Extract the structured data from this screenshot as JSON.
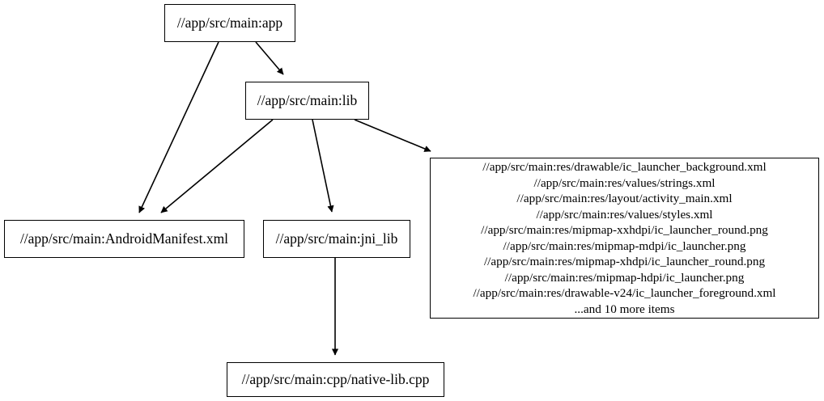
{
  "graph": {
    "type": "directed-dependency-graph",
    "nodes": [
      {
        "id": "app",
        "label": "//app/src/main:app"
      },
      {
        "id": "lib",
        "label": "//app/src/main:lib"
      },
      {
        "id": "manifest",
        "label": "//app/src/main:AndroidManifest.xml"
      },
      {
        "id": "jni_lib",
        "label": "//app/src/main:jni_lib"
      },
      {
        "id": "res",
        "label": "//app/src/main:res/drawable/ic_launcher_background.xml\n//app/src/main:res/values/strings.xml\n//app/src/main:res/layout/activity_main.xml\n//app/src/main:res/values/styles.xml\n//app/src/main:res/mipmap-xxhdpi/ic_launcher_round.png\n//app/src/main:res/mipmap-mdpi/ic_launcher.png\n//app/src/main:res/mipmap-xhdpi/ic_launcher_round.png\n//app/src/main:res/mipmap-hdpi/ic_launcher.png\n//app/src/main:res/drawable-v24/ic_launcher_foreground.xml\n...and 10 more items",
        "lines": [
          "//app/src/main:res/drawable/ic_launcher_background.xml",
          "//app/src/main:res/values/strings.xml",
          "//app/src/main:res/layout/activity_main.xml",
          "//app/src/main:res/values/styles.xml",
          "//app/src/main:res/mipmap-xxhdpi/ic_launcher_round.png",
          "//app/src/main:res/mipmap-mdpi/ic_launcher.png",
          "//app/src/main:res/mipmap-xhdpi/ic_launcher_round.png",
          "//app/src/main:res/mipmap-hdpi/ic_launcher.png",
          "//app/src/main:res/drawable-v24/ic_launcher_foreground.xml",
          "...and 10 more items"
        ]
      },
      {
        "id": "native_lib",
        "label": "//app/src/main:cpp/native-lib.cpp"
      }
    ],
    "edges": [
      {
        "from": "app",
        "to": "manifest"
      },
      {
        "from": "app",
        "to": "lib"
      },
      {
        "from": "lib",
        "to": "manifest"
      },
      {
        "from": "lib",
        "to": "jni_lib"
      },
      {
        "from": "lib",
        "to": "res"
      },
      {
        "from": "jni_lib",
        "to": "native_lib"
      }
    ],
    "colors": {
      "background": "#ffffff",
      "node_border": "#000000",
      "node_fill": "#ffffff",
      "edge": "#000000",
      "text": "#000000"
    }
  }
}
